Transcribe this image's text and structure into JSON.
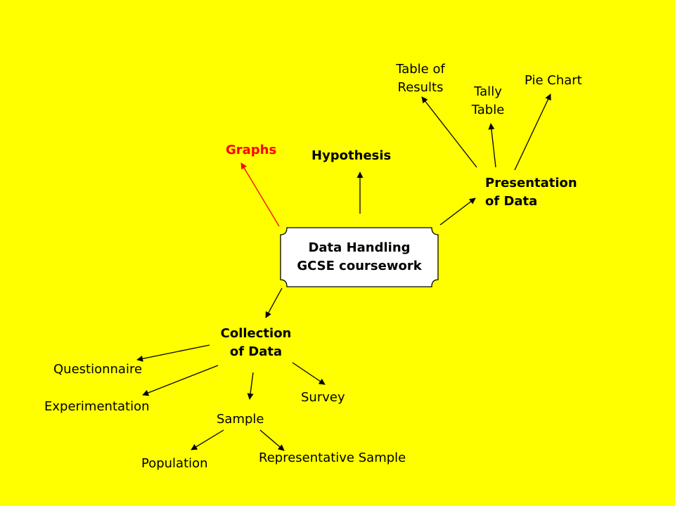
{
  "center": {
    "line1": "Data Handling",
    "line2": "GCSE coursework"
  },
  "nodes": {
    "graphs": "Graphs",
    "hypothesis": "Hypothesis",
    "presentation": {
      "line1": "Presentation",
      "line2": "of Data"
    },
    "table_of_results": {
      "line1": "Table of",
      "line2": "Results"
    },
    "tally_table": {
      "line1": "Tally",
      "line2": "Table"
    },
    "pie_chart": "Pie Chart",
    "collection": {
      "line1": "Collection",
      "line2": "of Data"
    },
    "questionnaire": "Questionnaire",
    "experimentation": "Experimentation",
    "survey": "Survey",
    "sample": "Sample",
    "population": "Population",
    "representative_sample": "Representative Sample"
  },
  "colors": {
    "background": "#ffff00",
    "graphs": "#ff0000",
    "graphs_link": "#ff0000",
    "links": "#000000"
  }
}
